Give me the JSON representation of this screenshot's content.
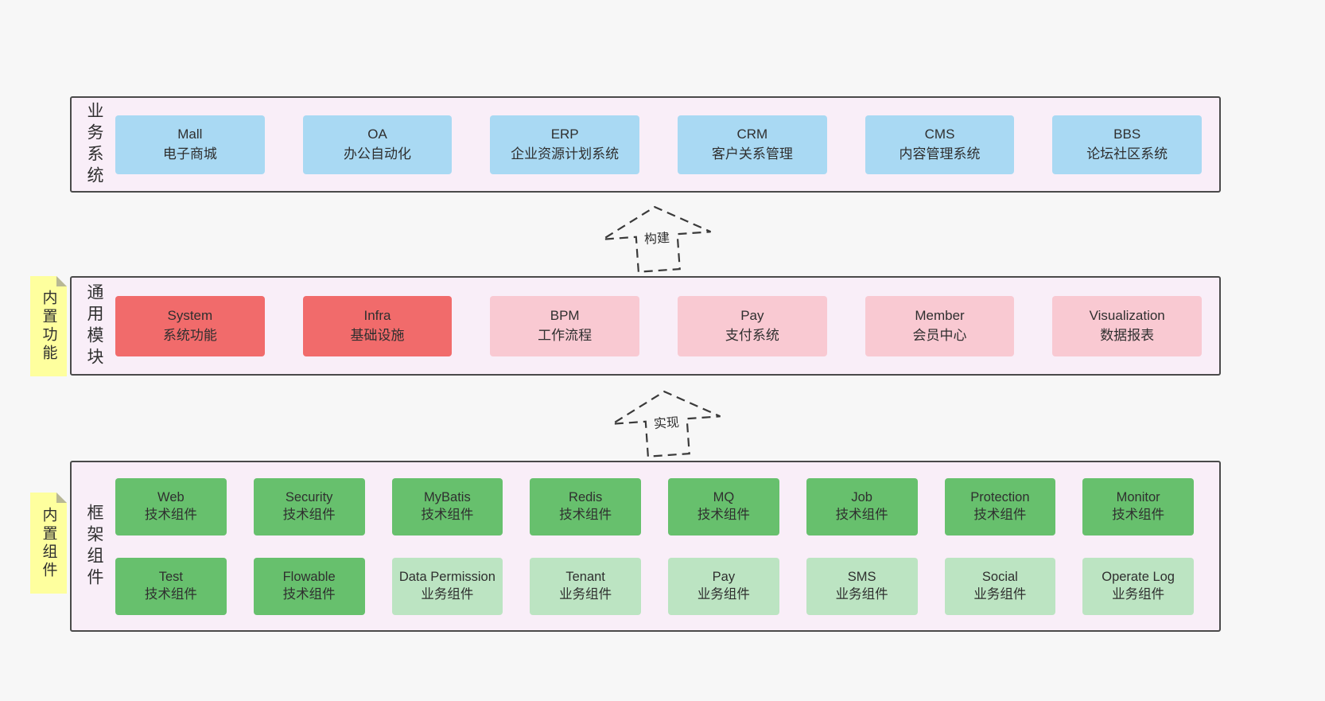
{
  "sections": {
    "business": {
      "label": "业务系统",
      "boxes": [
        {
          "title": "Mall",
          "subtitle": "电子商城"
        },
        {
          "title": "OA",
          "subtitle": "办公自动化"
        },
        {
          "title": "ERP",
          "subtitle": "企业资源计划系统"
        },
        {
          "title": "CRM",
          "subtitle": "客户关系管理"
        },
        {
          "title": "CMS",
          "subtitle": "内容管理系统"
        },
        {
          "title": "BBS",
          "subtitle": "论坛社区系统"
        }
      ]
    },
    "modules": {
      "label": "通用模块",
      "note": "内置功能",
      "boxes": [
        {
          "title": "System",
          "subtitle": "系统功能",
          "variant": "red"
        },
        {
          "title": "Infra",
          "subtitle": "基础设施",
          "variant": "red"
        },
        {
          "title": "BPM",
          "subtitle": "工作流程",
          "variant": "pink"
        },
        {
          "title": "Pay",
          "subtitle": "支付系统",
          "variant": "pink"
        },
        {
          "title": "Member",
          "subtitle": "会员中心",
          "variant": "pink"
        },
        {
          "title": "Visualization",
          "subtitle": "数据报表",
          "variant": "pink"
        }
      ]
    },
    "components": {
      "label": "框架组件",
      "note": "内置组件",
      "rows": [
        [
          {
            "title": "Web",
            "subtitle": "技术组件",
            "variant": "tech"
          },
          {
            "title": "Security",
            "subtitle": "技术组件",
            "variant": "tech"
          },
          {
            "title": "MyBatis",
            "subtitle": "技术组件",
            "variant": "tech"
          },
          {
            "title": "Redis",
            "subtitle": "技术组件",
            "variant": "tech"
          },
          {
            "title": "MQ",
            "subtitle": "技术组件",
            "variant": "tech"
          },
          {
            "title": "Job",
            "subtitle": "技术组件",
            "variant": "tech"
          },
          {
            "title": "Protection",
            "subtitle": "技术组件",
            "variant": "tech"
          },
          {
            "title": "Monitor",
            "subtitle": "技术组件",
            "variant": "tech"
          }
        ],
        [
          {
            "title": "Test",
            "subtitle": "技术组件",
            "variant": "tech"
          },
          {
            "title": "Flowable",
            "subtitle": "技术组件",
            "variant": "tech"
          },
          {
            "title": "Data Permission",
            "subtitle": "业务组件",
            "variant": "biz"
          },
          {
            "title": "Tenant",
            "subtitle": "业务组件",
            "variant": "biz"
          },
          {
            "title": "Pay",
            "subtitle": "业务组件",
            "variant": "biz"
          },
          {
            "title": "SMS",
            "subtitle": "业务组件",
            "variant": "biz"
          },
          {
            "title": "Social",
            "subtitle": "业务组件",
            "variant": "biz"
          },
          {
            "title": "Operate Log",
            "subtitle": "业务组件",
            "variant": "biz"
          }
        ]
      ]
    }
  },
  "arrows": {
    "build": {
      "label": "构建"
    },
    "implement": {
      "label": "实现"
    }
  },
  "colors": {
    "page_background": "#f7f7f7",
    "panel_background": "#f9eef8",
    "panel_border": "#4a4a4a",
    "business_box": "#a9d9f3",
    "core_module_box": "#f16b6b",
    "optional_module_box": "#f9c9d2",
    "tech_component_box": "#67c06d",
    "biz_component_box": "#bce4c2",
    "note_background": "#feff9e",
    "text": "#2f2f2f"
  }
}
